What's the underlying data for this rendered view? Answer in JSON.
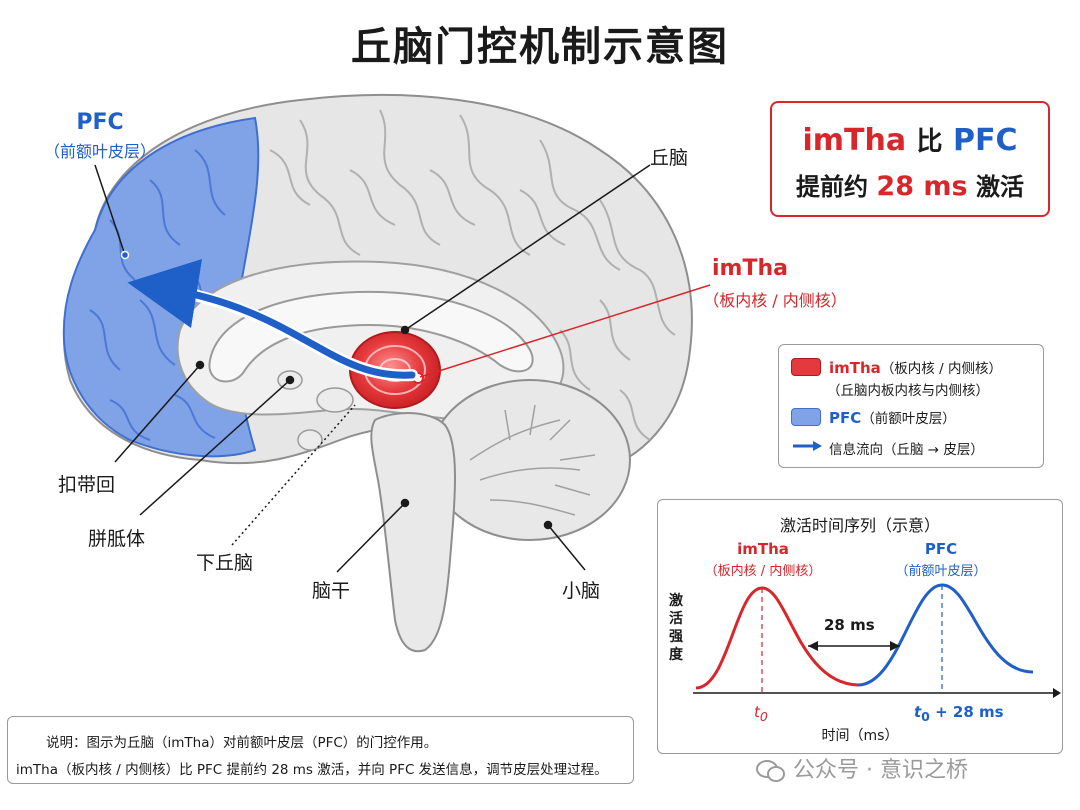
{
  "title": "丘脑门控机制示意图",
  "labels": {
    "pfc": "PFC",
    "pfc_sub": "（前额叶皮层）",
    "thalamus": "丘脑",
    "imtha": "imTha",
    "imtha_sub": "（板内核 / 内侧核）",
    "cingulate": "扣带回",
    "corpus_callosum": "胼胝体",
    "hypothalamus": "下丘脑",
    "brainstem": "脑干",
    "cerebellum": "小脑"
  },
  "key_box": {
    "line1_a": "imTha",
    "line1_b": "比",
    "line1_c": "PFC",
    "line2_a": "提前约",
    "line2_b": "28 ms",
    "line2_c": "激活"
  },
  "legend": {
    "imtha_name": "imTha",
    "imtha_desc": "（板内核 / 内侧核）",
    "imtha_desc2": "（丘脑内板内核与内侧核）",
    "pfc_name": "PFC",
    "pfc_desc": "（前额叶皮层）",
    "flow": "信息流向（丘脑 → 皮层）"
  },
  "timeline": {
    "title": "激活时间序列（示意）",
    "imtha_label": "imTha",
    "imtha_sub": "（板内核 / 内侧核）",
    "pfc_label": "PFC",
    "pfc_sub": "（前额叶皮层）",
    "gap_label": "28 ms",
    "y_label": [
      "激",
      "活",
      "强",
      "度"
    ],
    "t0": "t",
    "t0_sub": "0",
    "t1_sub": "0",
    "t1_rest": " + 28 ms",
    "x_label": "时间（ms）",
    "imtha_color": "#d8262b",
    "pfc_color": "#1f5fc8"
  },
  "note": {
    "line1": "说明：图示为丘脑（imTha）对前额叶皮层（PFC）的门控作用。",
    "line2": "imTha（板内核 / 内侧核）比 PFC 提前约 28 ms 激活，并向 PFC 发送信息，调节皮层处理过程。"
  },
  "watermark": "公众号 · 意识之桥"
}
